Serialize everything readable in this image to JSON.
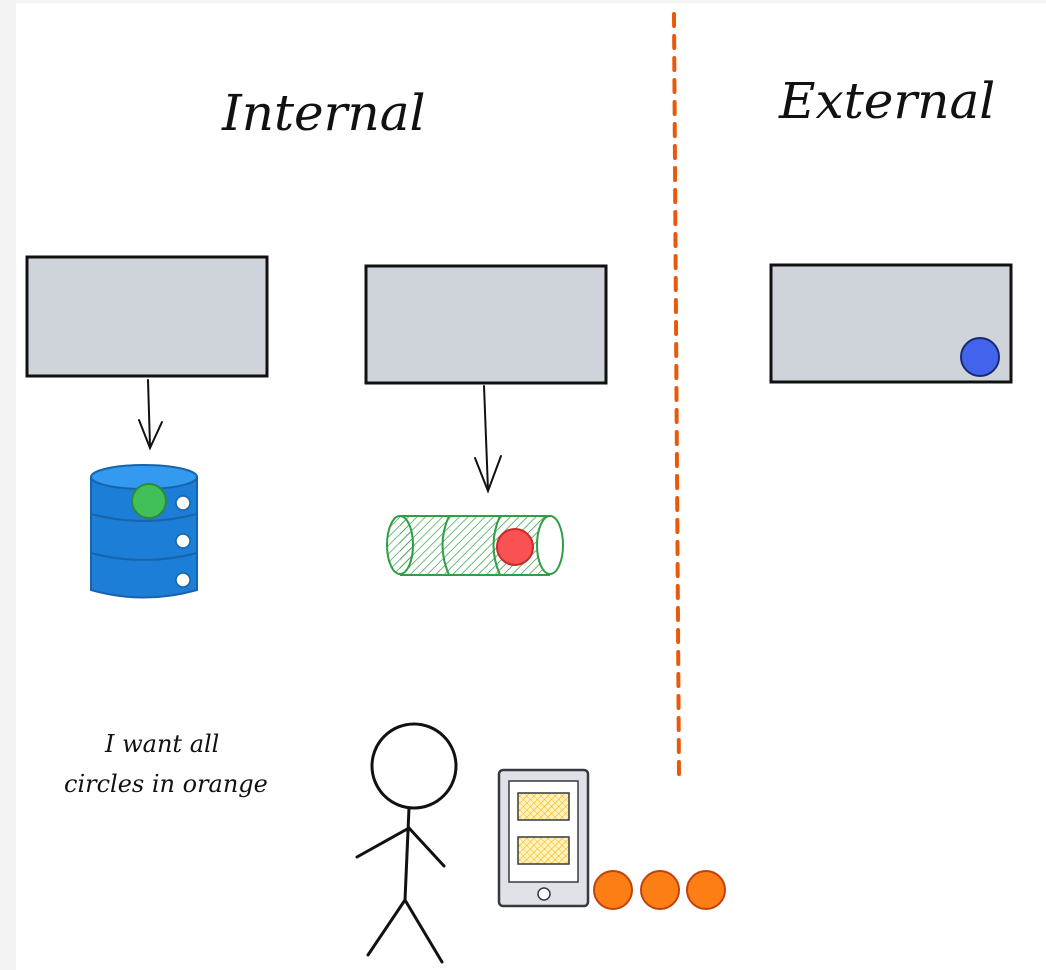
{
  "zones": {
    "internal_label": "Internal",
    "external_label": "External"
  },
  "person": {
    "speech_line1": "I want all",
    "speech_line2": "circles in orange"
  },
  "colors": {
    "box_fill": "#ced4da",
    "divider": "#e8590c",
    "database": "#1971c2",
    "queue": "#2f9e44",
    "green_circle": "#40c057",
    "red_circle": "#fa5252",
    "blue_circle": "#4263eb",
    "orange_circle": "#fd7e14",
    "phone_screen": "#ffd43b"
  },
  "icons": [
    "database-icon",
    "queue-icon",
    "phone-icon",
    "stick-figure-icon"
  ]
}
